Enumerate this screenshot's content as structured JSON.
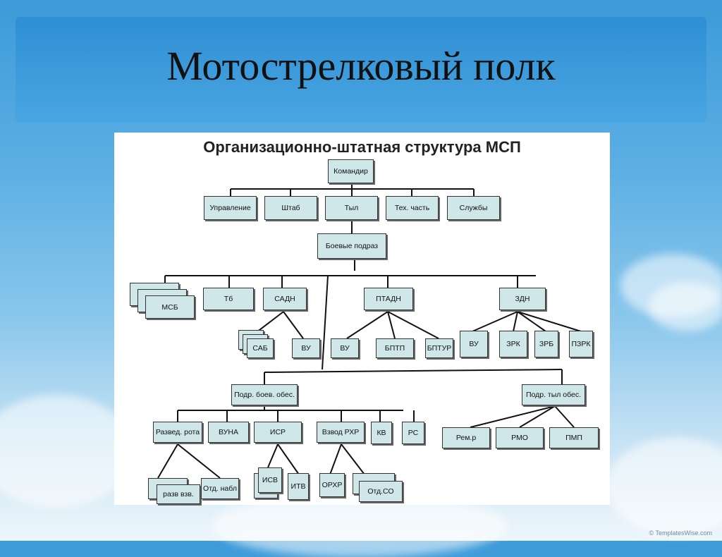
{
  "slide_title": "Мотострелковый полк",
  "panel_title": "Организационно-штатная структура МСП",
  "footer": "© TemplatesWise.com",
  "nodes": {
    "komandir": "Командир",
    "upravlenie": "Управление",
    "shtab": "Штаб",
    "tyl": "Тыл",
    "tech": "Тех. часть",
    "sluzhby": "Службы",
    "boevye": "Боевые подраз",
    "msb": "МСБ",
    "tb": "Тб",
    "sadn": "САДН",
    "ptadn": "ПТАДН",
    "zdn": "ЗДН",
    "sab": "САБ",
    "vu1": "ВУ",
    "vu2": "ВУ",
    "bptp": "БПТП",
    "bptur": "БПТУР",
    "vu3": "ВУ",
    "zrk": "ЗРК",
    "zrb": "ЗРБ",
    "pzrk": "ПЗРК",
    "podr_boev": "Подр. боев. обес.",
    "podr_tyl": "Подр. тыл обес.",
    "razved": "Развед. рота",
    "vuna": "ВУНА",
    "isr": "ИСР",
    "vzvod_rhr": "Взвод РХР",
    "kv": "КВ",
    "rs": "РС",
    "rem": "Рем.р",
    "rmo": "РМО",
    "pmp": "ПМП",
    "razv_vzv": "разв взв.",
    "otd_nabl": "Отд. набл",
    "isv": "ИСВ",
    "itv": "ИТВ",
    "orhr": "ОРХР",
    "otd_so": "Отд.СО"
  }
}
